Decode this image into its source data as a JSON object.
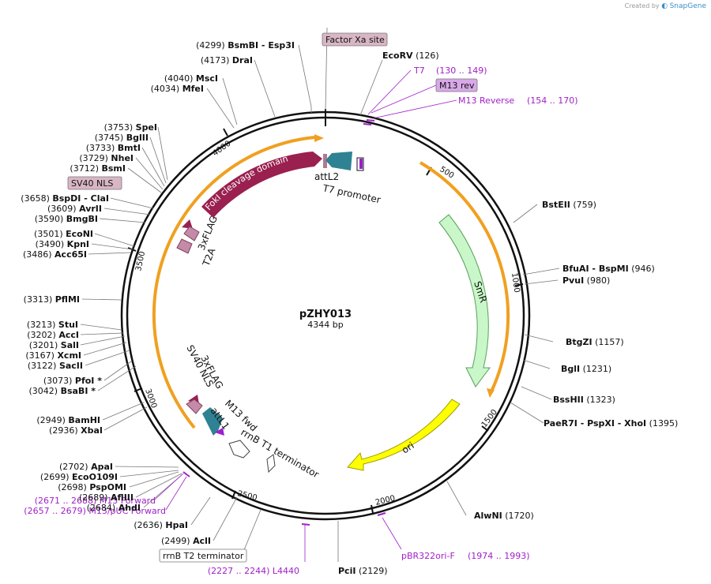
{
  "header": {
    "created_by": "Created by",
    "brand": "SnapGene"
  },
  "plasmid": {
    "name": "pZHY013",
    "length": "4344 bp"
  },
  "ruler": [
    "500",
    "1000",
    "1500",
    "2000",
    "2500",
    "3000",
    "3500",
    "4000"
  ],
  "sites": [
    {
      "pos": "(4299)",
      "name": "BsmBI   - Esp3I"
    },
    {
      "pos": "(4173)",
      "name": "DraI"
    },
    {
      "pos": "(4040)",
      "name": "MscI"
    },
    {
      "pos": "(4034)",
      "name": "MfeI"
    },
    {
      "pos": "(3753)",
      "name": "SpeI"
    },
    {
      "pos": "(3745)",
      "name": "BglII"
    },
    {
      "pos": "(3733)",
      "name": "BmtI"
    },
    {
      "pos": "(3729)",
      "name": "NheI"
    },
    {
      "pos": "(3712)",
      "name": "BsmI"
    },
    {
      "pos": "(3658)",
      "name": "BspDI   - ClaI"
    },
    {
      "pos": "(3609)",
      "name": "AvrII"
    },
    {
      "pos": "(3590)",
      "name": "BmgBI"
    },
    {
      "pos": "(3501)",
      "name": "EcoNI"
    },
    {
      "pos": "(3490)",
      "name": "KpnI"
    },
    {
      "pos": "(3486)",
      "name": "Acc65I"
    },
    {
      "pos": "(3313)",
      "name": "PflMI"
    },
    {
      "pos": "(3213)",
      "name": "StuI"
    },
    {
      "pos": "(3202)",
      "name": "AccI"
    },
    {
      "pos": "(3201)",
      "name": "SalI"
    },
    {
      "pos": "(3167)",
      "name": "XcmI"
    },
    {
      "pos": "(3122)",
      "name": "SacII"
    },
    {
      "pos": "(3073)",
      "name": "PfoI *"
    },
    {
      "pos": "(3042)",
      "name": "BsaBI *"
    },
    {
      "pos": "(2949)",
      "name": "BamHI"
    },
    {
      "pos": "(2936)",
      "name": "XbaI"
    },
    {
      "pos": "(2702)",
      "name": "ApaI"
    },
    {
      "pos": "(2699)",
      "name": "EcoO109I"
    },
    {
      "pos": "(2698)",
      "name": "PspOMI"
    },
    {
      "pos": "(2689)",
      "name": "AflIII"
    },
    {
      "pos": "(2684)",
      "name": "AhdI"
    },
    {
      "pos": "(2636)",
      "name": "HpaI"
    },
    {
      "pos": "(2499)",
      "name": "AclI"
    },
    {
      "pos": "(2129)",
      "name": "PciI"
    },
    {
      "pos": "(1720)",
      "name": "AlwNI"
    },
    {
      "pos": "(1395)",
      "name": "PaeR7I   - PspXI   - XhoI"
    },
    {
      "pos": "(1323)",
      "name": "BssHII"
    },
    {
      "pos": "(1231)",
      "name": "BglI"
    },
    {
      "pos": "(1157)",
      "name": "BtgZI"
    },
    {
      "pos": "(980)",
      "name": "PvuI"
    },
    {
      "pos": "(946)",
      "name": "BfuAI   - BspMI"
    },
    {
      "pos": "(759)",
      "name": "BstEII"
    },
    {
      "pos": "(126)",
      "name": "EcoRV"
    }
  ],
  "boxed_labels": {
    "factor_xa": "Factor Xa site",
    "m13_rev": "M13 rev",
    "sv40_nls": "SV40 NLS",
    "rrnb_t2": "rrnB T2 terminator"
  },
  "primers": {
    "t7": "T7",
    "t7_range": "(130 .. 149)",
    "m13_reverse": "M13 Reverse",
    "m13_reverse_range": "(154 .. 170)",
    "m13_forward": "(2671 .. 2688)  M13 Forward",
    "m13_puc_forward": "(2657 .. 2679)  M13/pUC Forward",
    "l4440": "(2227 .. 2244)  L4440",
    "pbr322_ori_f": "pBR322ori-F",
    "pbr322_ori_f_range": "(1974 .. 1993)"
  },
  "features": {
    "foki": "FokI cleavage domain",
    "attl2": "attL2",
    "t7_promoter": "T7 promoter",
    "flag_top": "3xFLAG",
    "t2a": "T2A",
    "smr": "SmR",
    "ori": "ori",
    "flag_bottom": "3xFLAG",
    "sv40_nls_bottom": "SV40 NLS",
    "m13_fwd": "M13 fwd",
    "attl1": "attL1",
    "rrnb_t1": "rrnB T1 terminator"
  },
  "colors": {
    "backbone": "#111111",
    "orf": "#f0a020",
    "foki": "#9a2050",
    "attl": "#2e8294",
    "smr": "#c9f7c9",
    "ori": "#ffff00",
    "nls": "#c48aa8",
    "primer": "#a020c8",
    "m13_box": "#d8a8e8"
  }
}
